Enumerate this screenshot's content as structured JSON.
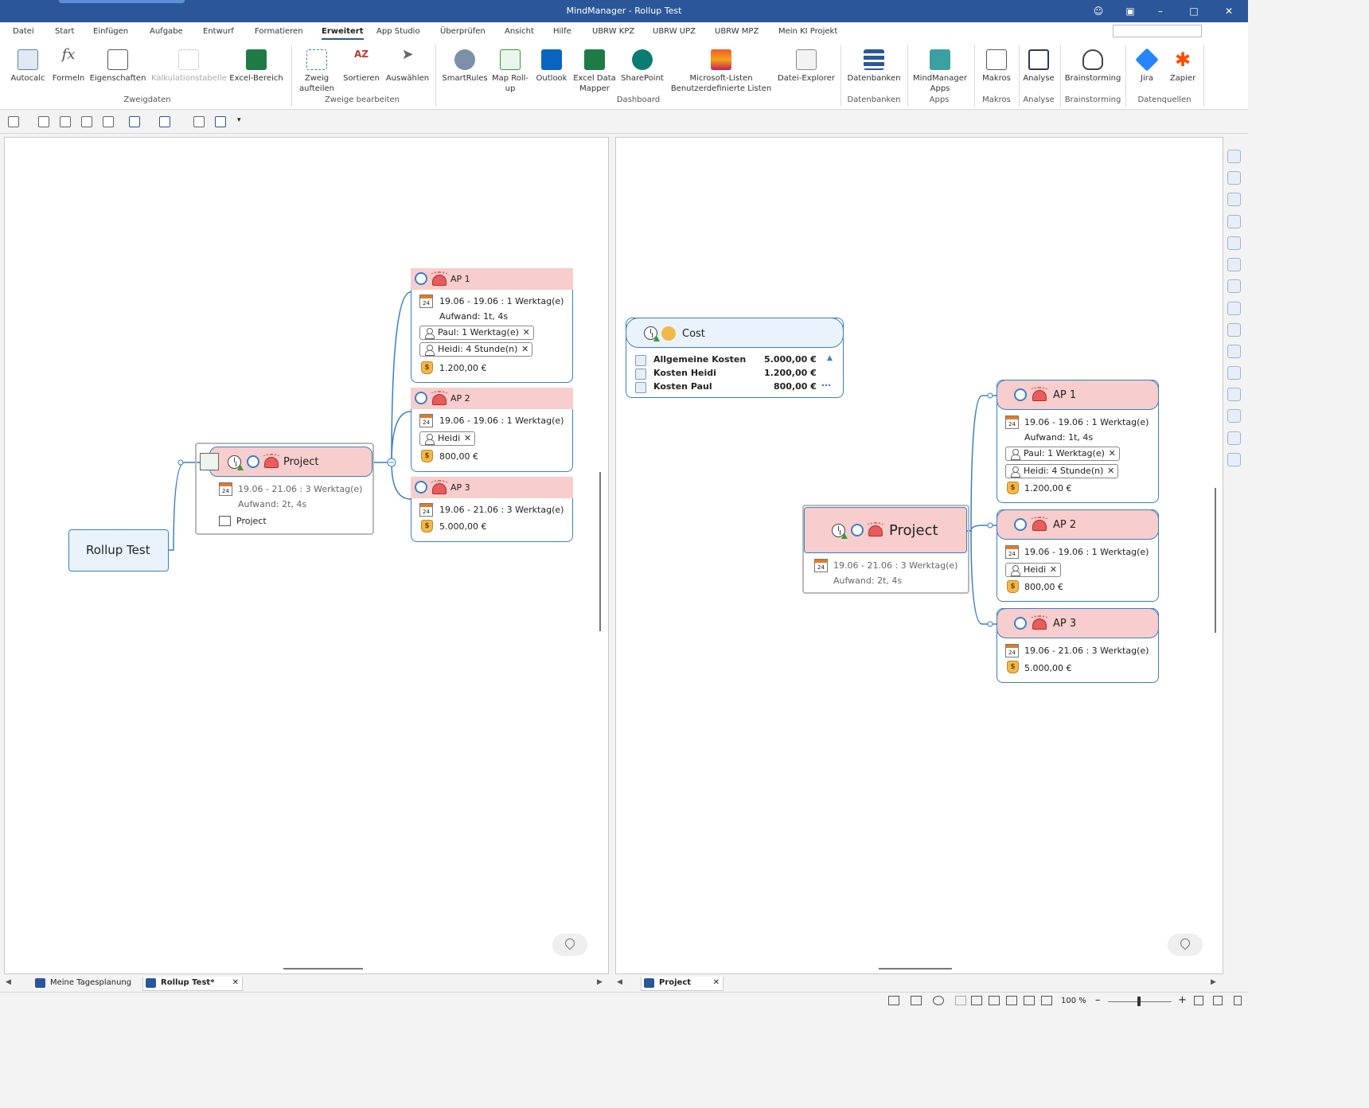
{
  "window": {
    "title": "MindManager - Rollup Test"
  },
  "menu": [
    "Datei",
    "Start",
    "Einfügen",
    "Aufgabe",
    "Entwurf",
    "Formatieren",
    "Erweitert",
    "App Studio",
    "Überprüfen",
    "Ansicht",
    "Hilfe",
    "UBRW KPZ",
    "UBRW UPZ",
    "UBRW MPZ",
    "Mein KI Projekt"
  ],
  "ribbon": {
    "buttons": [
      "Autocalc",
      "Formeln",
      "Eigenschaften",
      "Kalkulationstabelle",
      "Excel-Bereich",
      "Zweig aufteilen",
      "Sortieren",
      "Auswählen",
      "SmartRules",
      "Map Roll-up",
      "Outlook",
      "Excel Data Mapper",
      "SharePoint",
      "Microsoft-Listen Benutzerdefinierte Listen",
      "Datei-Explorer",
      "Datenbanken",
      "MindManager Apps",
      "Makros",
      "Analyse",
      "Brainstorming",
      "Jira",
      "Zapier"
    ],
    "groups": [
      "Zweigdaten",
      "Zweige bearbeiten",
      "Dashboard",
      "Datenbanken",
      "Apps",
      "Makros",
      "Analyse",
      "Brainstorming",
      "Datenquellen"
    ]
  },
  "left_map": {
    "root": "Rollup Test",
    "project": {
      "title": "Project",
      "dates": "19.06 - 21.06 : 3 Werktag(e)",
      "effort": "Aufwand: 2t, 4s",
      "link": "Project"
    },
    "ap1": {
      "title": "AP 1",
      "dates": "19.06 - 19.06 : 1 Werktag(e)",
      "effort": "Aufwand: 1t, 4s",
      "res1": "Paul: 1 Werktag(e)",
      "res2": "Heidi: 4 Stunde(n)",
      "cost": "1.200,00 €"
    },
    "ap2": {
      "title": "AP 2",
      "dates": "19.06 - 19.06 : 1 Werktag(e)",
      "res1": "Heidi",
      "cost": "800,00 €"
    },
    "ap3": {
      "title": "AP 3",
      "dates": "19.06 - 21.06 : 3 Werktag(e)",
      "cost": "5.000,00 €"
    }
  },
  "right_map": {
    "cost": {
      "title": "Cost",
      "rows": [
        {
          "label": "Allgemeine Kosten",
          "value": "5.000,00 €"
        },
        {
          "label": "Kosten Heidi",
          "value": "1.200,00 €"
        },
        {
          "label": "Kosten Paul",
          "value": "800,00 €"
        }
      ]
    },
    "project": {
      "title": "Project",
      "dates": "19.06 - 21.06 : 3 Werktag(e)",
      "effort": "Aufwand: 2t, 4s"
    },
    "ap1": {
      "title": "AP 1",
      "dates": "19.06 - 19.06 : 1 Werktag(e)",
      "effort": "Aufwand: 1t, 4s",
      "res1": "Paul: 1 Werktag(e)",
      "res2": "Heidi: 4 Stunde(n)",
      "cost": "1.200,00 €"
    },
    "ap2": {
      "title": "AP 2",
      "dates": "19.06 - 19.06 : 1 Werktag(e)",
      "res1": "Heidi",
      "cost": "800,00 €"
    },
    "ap3": {
      "title": "AP 3",
      "dates": "19.06 - 21.06 : 3 Werktag(e)",
      "cost": "5.000,00 €"
    }
  },
  "calendar_day": "24",
  "money_glyph": "$",
  "tabs": {
    "left": [
      "Meine Tagesplanung",
      "Rollup Test*"
    ],
    "right": [
      "Project"
    ]
  },
  "status": {
    "zoom": "100 %"
  },
  "colors": {
    "accent": "#2b579a",
    "node_border": "#3b7fc4",
    "node_head": "#f8cdcd"
  }
}
